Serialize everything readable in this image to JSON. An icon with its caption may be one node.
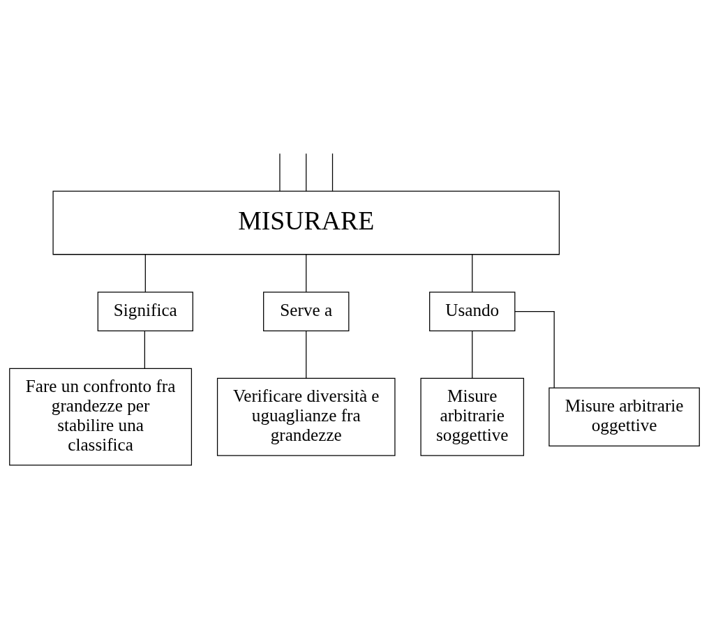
{
  "diagram": {
    "nodes": [
      {
        "text": [
          "MISURARE"
        ]
      },
      {
        "text": [
          "Significa"
        ]
      },
      {
        "text": [
          "Serve a"
        ]
      },
      {
        "text": [
          "Usando"
        ]
      },
      {
        "text": [
          "Fare un confronto fra grandezze per stabilire una classifica"
        ]
      },
      {
        "text": [
          "Misure arbitrarie soggettive"
        ]
      },
      {
        "text": [
          "Verificare diversità e uguaglianze fra grandezze"
        ]
      },
      {
        "text": [
          "Misure arbitrarie oggettive"
        ]
      }
    ],
    "edges": [
      {
        "from": null,
        "to": 0,
        "arrow": "none"
      },
      {
        "from": null,
        "to": 0,
        "arrow": "none"
      },
      {
        "from": null,
        "to": 0,
        "arrow": "none"
      },
      {
        "from": 0,
        "to": 1,
        "arrow": "none"
      },
      {
        "from": 0,
        "to": 2,
        "arrow": "none"
      },
      {
        "from": 0,
        "to": 3,
        "arrow": "none"
      },
      {
        "from": 1,
        "to": 4,
        "arrow": "none"
      },
      {
        "from": 2,
        "to": 6,
        "arrow": "none"
      },
      {
        "from": 3,
        "to": 5,
        "arrow": "none"
      },
      {
        "from": 3,
        "to": 7,
        "arrow": "none"
      }
    ]
  }
}
